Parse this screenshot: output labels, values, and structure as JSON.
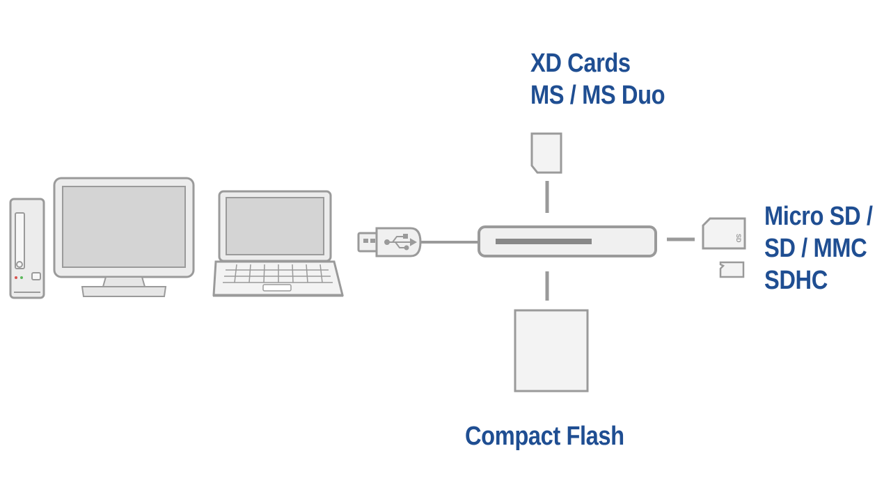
{
  "labels": {
    "top": [
      "XD Cards",
      "MS / MS Duo"
    ],
    "right": [
      "Micro SD /",
      "SD / MMC",
      "SDHC"
    ],
    "bottom": "Compact Flash"
  },
  "icons": {
    "tower": "desktop-tower-icon",
    "monitor": "monitor-icon",
    "laptop": "laptop-icon",
    "usb_plug": "usb-plug-icon",
    "usb_symbol": "usb-symbol-icon",
    "reader": "card-reader-icon",
    "xd_card": "xd-card-icon",
    "sd_card": "sd-card-icon",
    "microsd_card": "microsd-card-icon",
    "cf_card": "compact-flash-card-icon"
  },
  "sd_card_text": "SD",
  "colors": {
    "label": "#1f4e92",
    "outline": "#9a9a9a",
    "fill": "#e6e6e6",
    "screen": "#d4d4d4",
    "slot": "#888888"
  }
}
